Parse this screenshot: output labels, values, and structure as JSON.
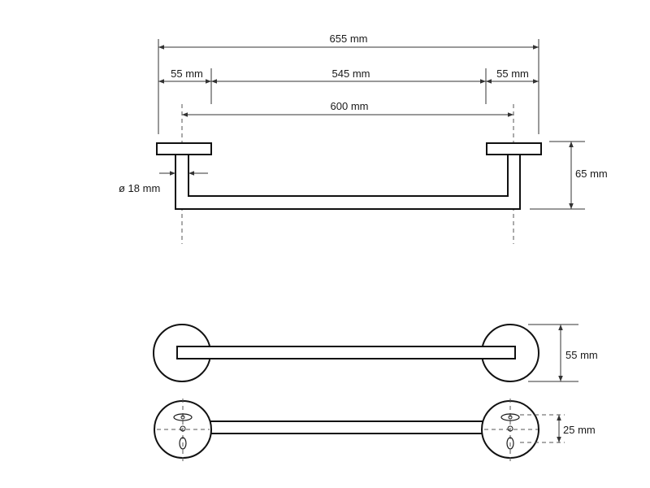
{
  "dimensions": {
    "overall_width": "655 mm",
    "left_margin": "55 mm",
    "bar_span": "545 mm",
    "right_margin": "55 mm",
    "center_distance": "600 mm",
    "tube_diameter": "ø 18 mm",
    "projection": "65 mm",
    "rosette_diameter": "55 mm",
    "hole_spacing": "25 mm"
  },
  "colors": {
    "line": "#1a1a1a",
    "background": "#ffffff"
  }
}
